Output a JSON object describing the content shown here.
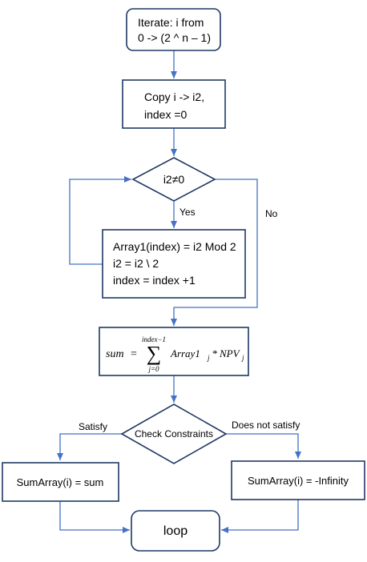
{
  "nodes": {
    "start": {
      "line1": "Iterate: i from",
      "line2": "0 -> (2 ^ n – 1)"
    },
    "copy": {
      "line1": "Copy i -> i2,",
      "line2": "index =0"
    },
    "decision_i2": {
      "label": "i2≠0"
    },
    "array_update": {
      "line1": "Array1(index) = i2 Mod 2",
      "line2": "i2 = i2 \\ 2",
      "line3": "index = index +1"
    },
    "sum_formula": {
      "lhs": "sum",
      "equals": "=",
      "upper_limit": "index−1",
      "sigma": "∑",
      "lower_limit": "j=0",
      "term_a": "Array1",
      "sub_a": "j",
      "times": "*",
      "term_b": "NPV",
      "sub_b": "j"
    },
    "check": {
      "label": "Check Constraints"
    },
    "sum_array_ok": {
      "label": "SumArray(i) = sum"
    },
    "sum_array_fail": {
      "label": "SumArray(i) = -Infinity"
    },
    "loop": {
      "label": "loop"
    }
  },
  "edge_labels": {
    "yes": "Yes",
    "no": "No",
    "satisfy": "Satisfy",
    "not_satisfy": "Does not satisfy"
  },
  "colors": {
    "box_border": "#1f3864",
    "arrow": "#4472c4",
    "text": "#000000"
  }
}
